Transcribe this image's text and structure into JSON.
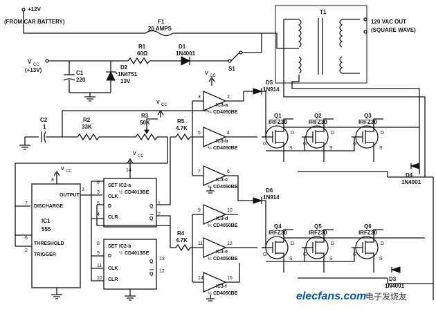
{
  "title": "",
  "power": {
    "supply_label": "+12V",
    "supply_note": "(FROM CAR BATTERY)",
    "vcc": "V",
    "vcc_sub": "CC",
    "vcc_note": "(+13V)",
    "output_label": "120 VAC OUT",
    "output_note": "(SQUARE WAVE)"
  },
  "parts": {
    "f1": "F1",
    "f1_val": "20 AMPS",
    "t1": "T1",
    "r1": "R1",
    "r1_val": "60Ω",
    "d1": "D1",
    "d1_val": "1N4001",
    "s1": "S1",
    "c1": "C1",
    "c1_val": "220",
    "d2": "D2",
    "d2_val": "1N4751",
    "d2_v": "13V",
    "c2": "C2",
    "c2_val": "1",
    "r2": "R2",
    "r2_val": "33K",
    "r3": "R3",
    "r3_val": "50K",
    "r5": "R5",
    "r5_val": "4.7K",
    "r4": "R4",
    "r4_val": "4.7K",
    "d5": "D5",
    "d5_val": "1N914",
    "d6": "D6",
    "d6_val": "1N914",
    "d4": "D4",
    "d4_val": "1N4001",
    "d3": "D3",
    "d3_val": "1N4001",
    "ic1": "IC1",
    "ic1_val": "555",
    "ic1_pins": [
      "DISCHARGE",
      "THRESHOLD",
      "TRIGGER",
      "OUTPUT"
    ],
    "ic2a": "IC2-a",
    "ic2a_frac": "½",
    "ic2a_val": "CD4013BE",
    "ic2b": "IC2-b",
    "ic2b_frac": "½",
    "ic2b_val": "CD4013BE",
    "ff_pins": [
      "SET",
      "CLK",
      "D",
      "CLR",
      "Q"
    ],
    "ic3": [
      "IC3-a",
      "IC3-b",
      "IC3-c",
      "IC3-d",
      "IC3-e",
      "IC3-f"
    ],
    "ic3_val": "CD4050BE",
    "ic3_frac": "⅙",
    "q_names": [
      "Q1",
      "Q2",
      "Q3",
      "Q4",
      "Q5",
      "Q6"
    ],
    "q_val": "IRFZ30",
    "gds": [
      "G",
      "D",
      "S"
    ]
  },
  "watermark": {
    "site": "elecfans.com",
    "cn": "电子发烧友"
  }
}
